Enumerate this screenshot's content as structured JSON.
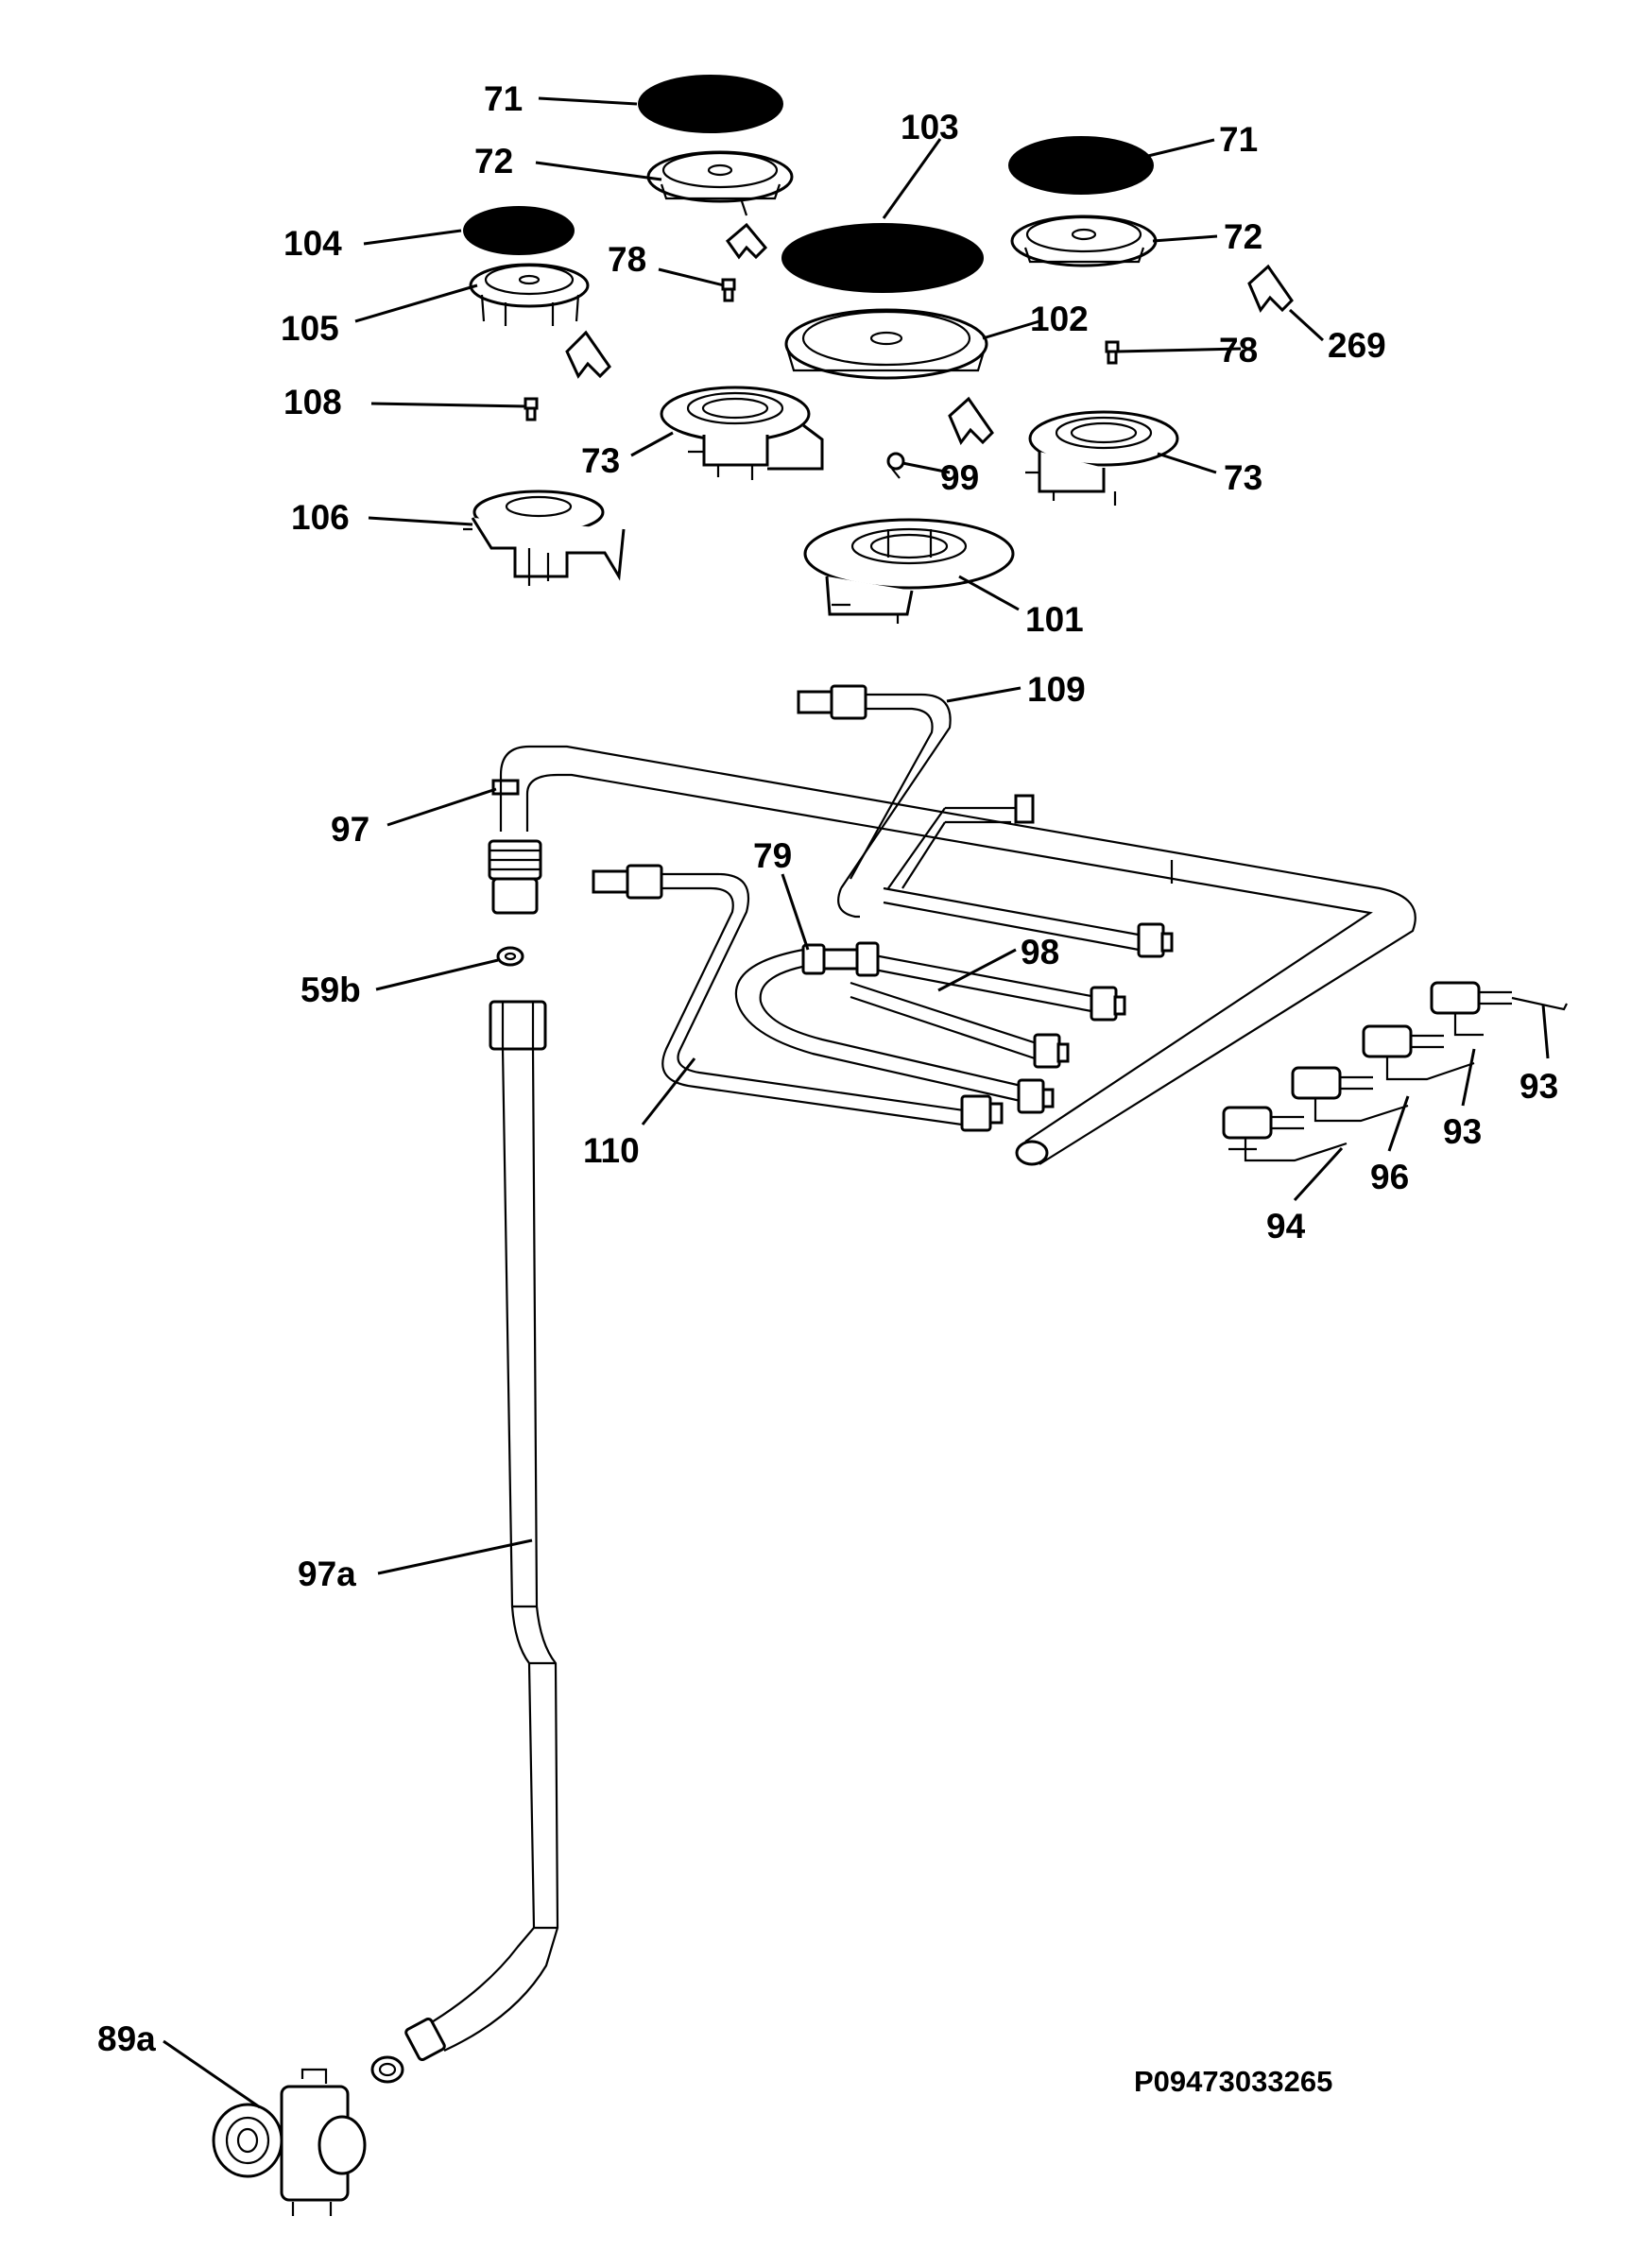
{
  "labels": {
    "l71a": "71",
    "l71b": "71",
    "l72a": "72",
    "l72b": "72",
    "l103": "103",
    "l104": "104",
    "l78a": "78",
    "l78b": "78",
    "l105": "105",
    "l102": "102",
    "l269": "269",
    "l108": "108",
    "l73a": "73",
    "l73b": "73",
    "l99": "99",
    "l106": "106",
    "l101": "101",
    "l109": "109",
    "l97": "97",
    "l79": "79",
    "l98": "98",
    "l59b": "59b",
    "l110": "110",
    "l93a": "93",
    "l93b": "93",
    "l96": "96",
    "l94": "94",
    "l97a": "97a",
    "l89a": "89a"
  },
  "reference_code": "P09473033265"
}
